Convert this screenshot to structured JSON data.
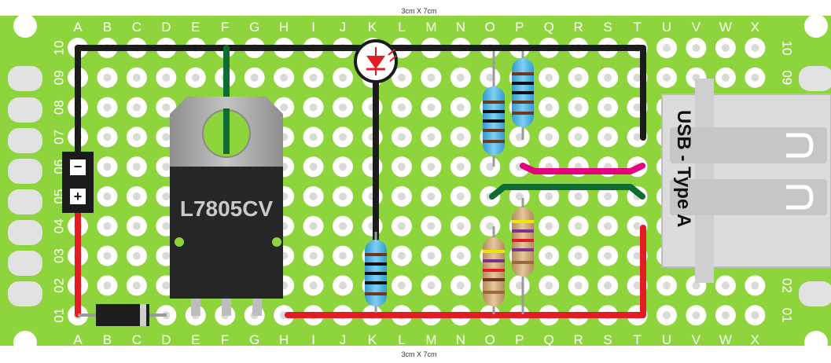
{
  "board": {
    "size_label": "3cm X 7cm",
    "columns": [
      "A",
      "B",
      "C",
      "D",
      "E",
      "F",
      "G",
      "H",
      "I",
      "J",
      "K",
      "L",
      "M",
      "N",
      "O",
      "P",
      "Q",
      "R",
      "S",
      "T",
      "U",
      "V",
      "W",
      "X"
    ],
    "rows": [
      "10",
      "09",
      "08",
      "07",
      "06",
      "05",
      "04",
      "03",
      "02",
      "01"
    ],
    "colors": {
      "board": "#8ed43d",
      "pad": "#ffffff",
      "wire_black": "#1b1b1b",
      "wire_red": "#e31b23",
      "wire_green": "#0e6b31",
      "wire_magenta": "#e5007e"
    }
  },
  "components": {
    "regulator_label": "L7805CV",
    "usb_label": "USB - Type A",
    "terminal_minus": "−",
    "terminal_plus": "+"
  }
}
